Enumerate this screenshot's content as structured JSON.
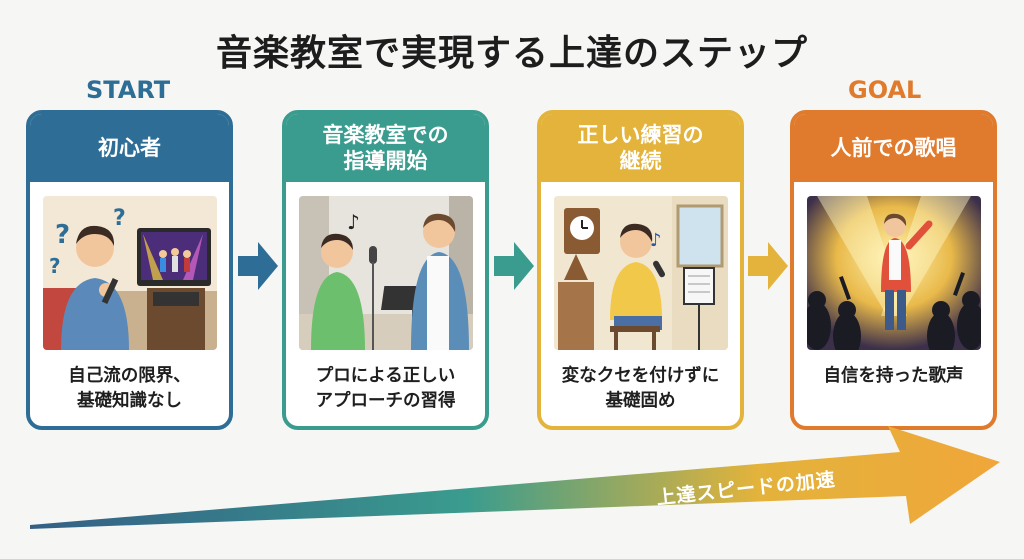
{
  "title": "音楽教室で実現する上達のステップ",
  "start_label": "START",
  "goal_label": "GOAL",
  "steps": [
    {
      "heading": "初心者",
      "caption_line1": "自己流の限界、",
      "caption_line2": "基礎知識なし",
      "color": "#2e6e96"
    },
    {
      "heading_line1": "音楽教室での",
      "heading_line2": "指導開始",
      "caption_line1": "プロによる正しい",
      "caption_line2": "アプローチの習得",
      "color": "#3a9c8e"
    },
    {
      "heading_line1": "正しい練習の",
      "heading_line2": "継続",
      "caption_line1": "変なクセを付けずに",
      "caption_line2": "基礎固め",
      "color": "#e3b33b"
    },
    {
      "heading": "人前での歌唱",
      "caption_line1": "自信を持った歌声",
      "caption_line2": "",
      "color": "#e07a2c"
    }
  ],
  "speed_label": "上達スピードの加速",
  "icons": [
    "question-mark-icon",
    "music-note-icon",
    "right-arrow-icon"
  ]
}
